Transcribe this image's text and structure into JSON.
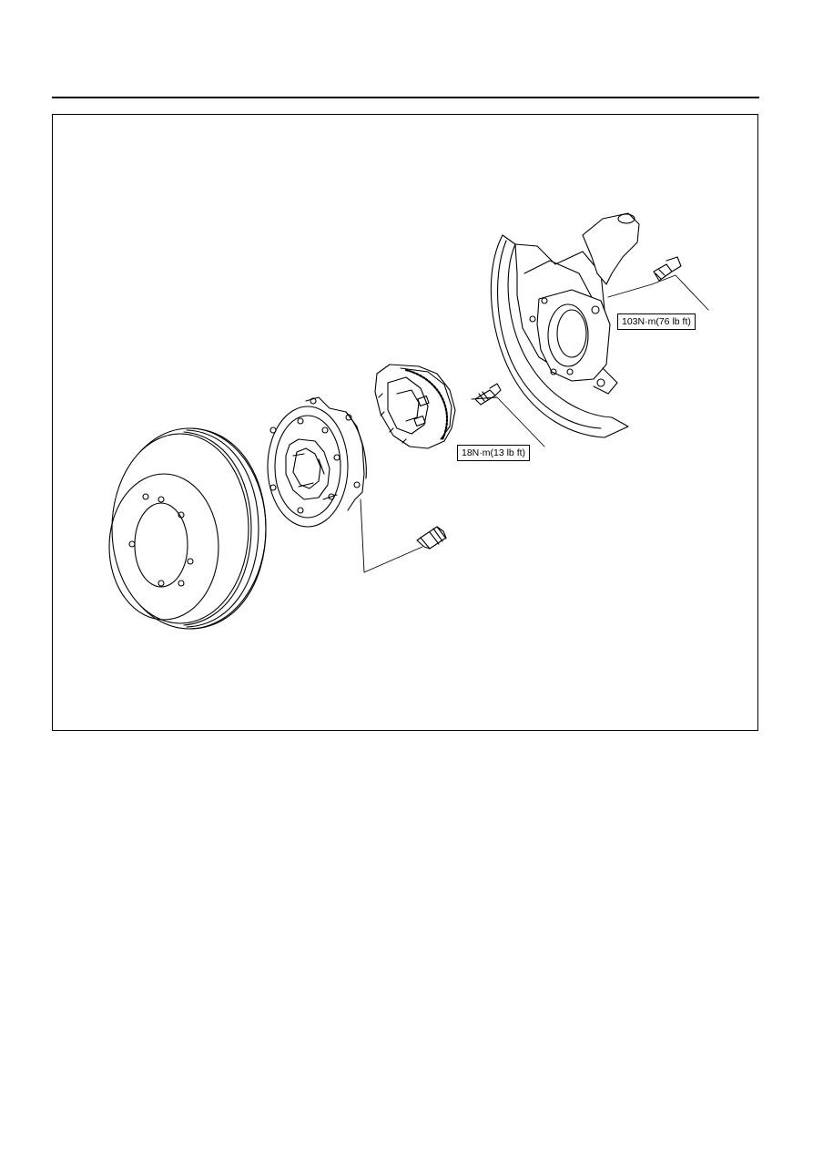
{
  "diagram": {
    "callouts": [
      {
        "id": "knuckle-bolt-torque",
        "text": "103N·m(76 lb ft)"
      },
      {
        "id": "sensor-bolt-torque",
        "text": "18N·m(13 lb ft)"
      }
    ],
    "colors": {
      "line": "#000000",
      "background": "#ffffff"
    }
  }
}
